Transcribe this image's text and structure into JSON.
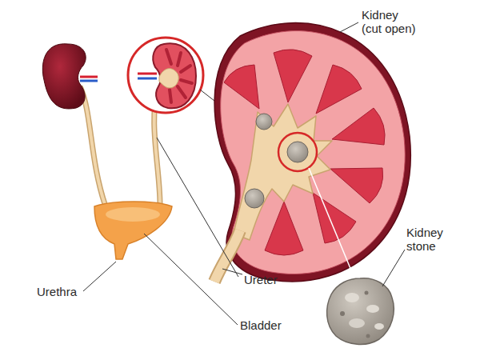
{
  "diagram": {
    "labels": [
      "Kidney (cut open)",
      "Kidney stone",
      "Ureter",
      "Urethra",
      "Bladder"
    ]
  }
}
